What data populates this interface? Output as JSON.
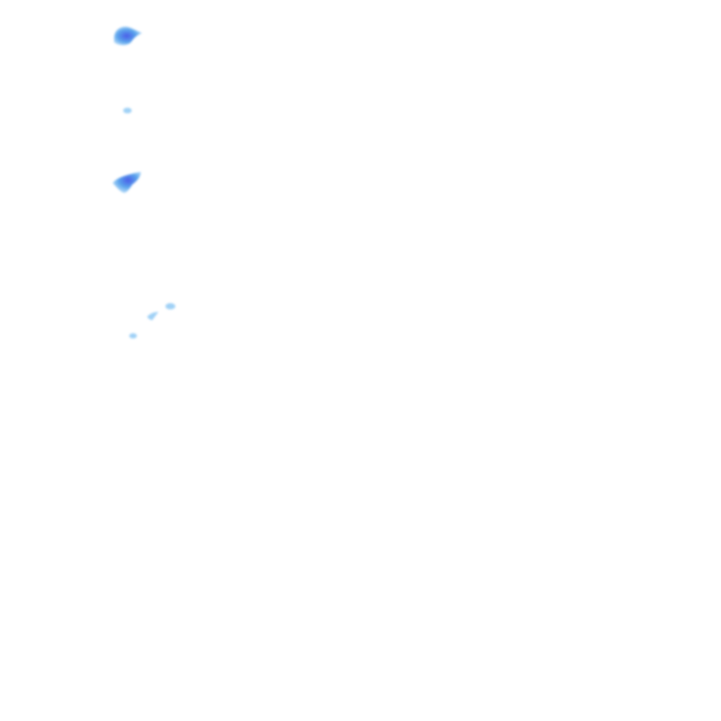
{
  "canvas": {
    "background": "#ffffff"
  },
  "colors": {
    "blue_light": "#8fc9f5",
    "blue_mid": "#5aa3ec",
    "blue_deep": "#4a5ee8",
    "blue_faint": "#bfe0f8"
  },
  "marks": [
    {
      "name": "blob-mark",
      "icon": "blue-blob-icon"
    },
    {
      "name": "blob-mark",
      "icon": "blue-speck-icon"
    },
    {
      "name": "blob-mark",
      "icon": "blue-blob-icon"
    },
    {
      "name": "blob-mark",
      "icon": "blue-speck-icon"
    },
    {
      "name": "blob-mark",
      "icon": "blue-speck-icon"
    },
    {
      "name": "blob-mark",
      "icon": "blue-speck-icon"
    }
  ]
}
